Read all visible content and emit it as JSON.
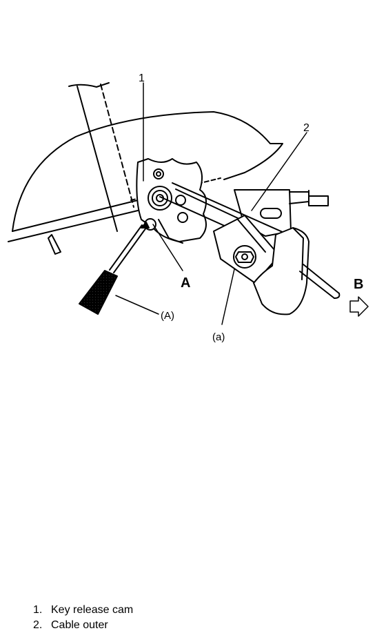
{
  "callouts": {
    "part_1": "1",
    "part_2": "2",
    "tool": "(A)",
    "point_a": "A",
    "direction_b": "B",
    "fastener": "(a)"
  },
  "legend": [
    {
      "num": "1.",
      "label": "Key release cam"
    },
    {
      "num": "2.",
      "label": "Cable outer"
    }
  ]
}
